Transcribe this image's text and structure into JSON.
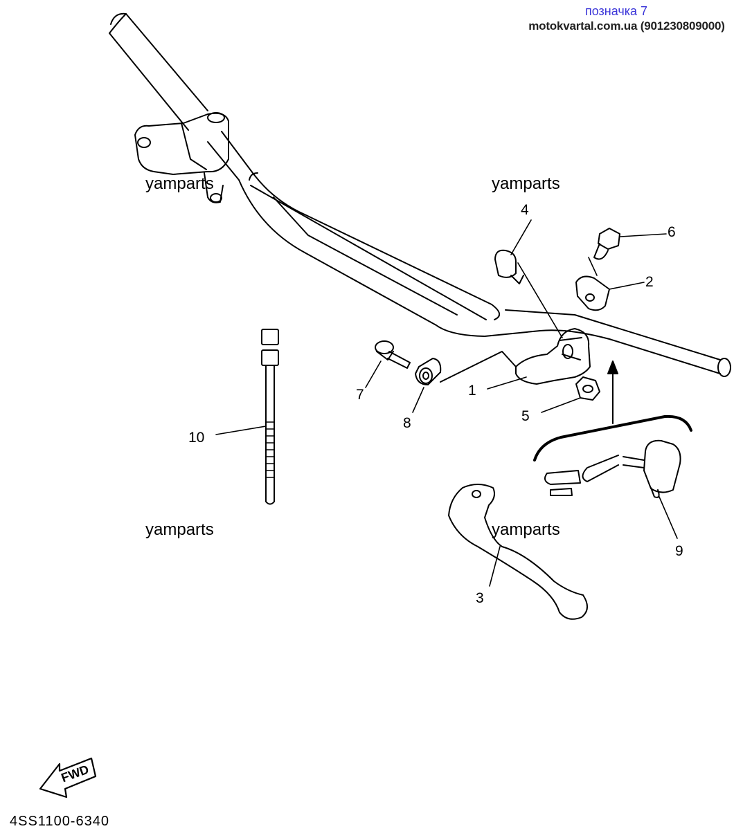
{
  "header": {
    "title": "позначка 7",
    "site": "motokvartal.com.ua (901230809000)"
  },
  "watermarks": [
    "yamparts",
    "yamparts",
    "yamparts",
    "yamparts"
  ],
  "callouts": [
    "1",
    "2",
    "3",
    "4",
    "5",
    "6",
    "7",
    "8",
    "9",
    "10"
  ],
  "fwd_label": "FWD",
  "diagram_code": "4SS1100-6340"
}
